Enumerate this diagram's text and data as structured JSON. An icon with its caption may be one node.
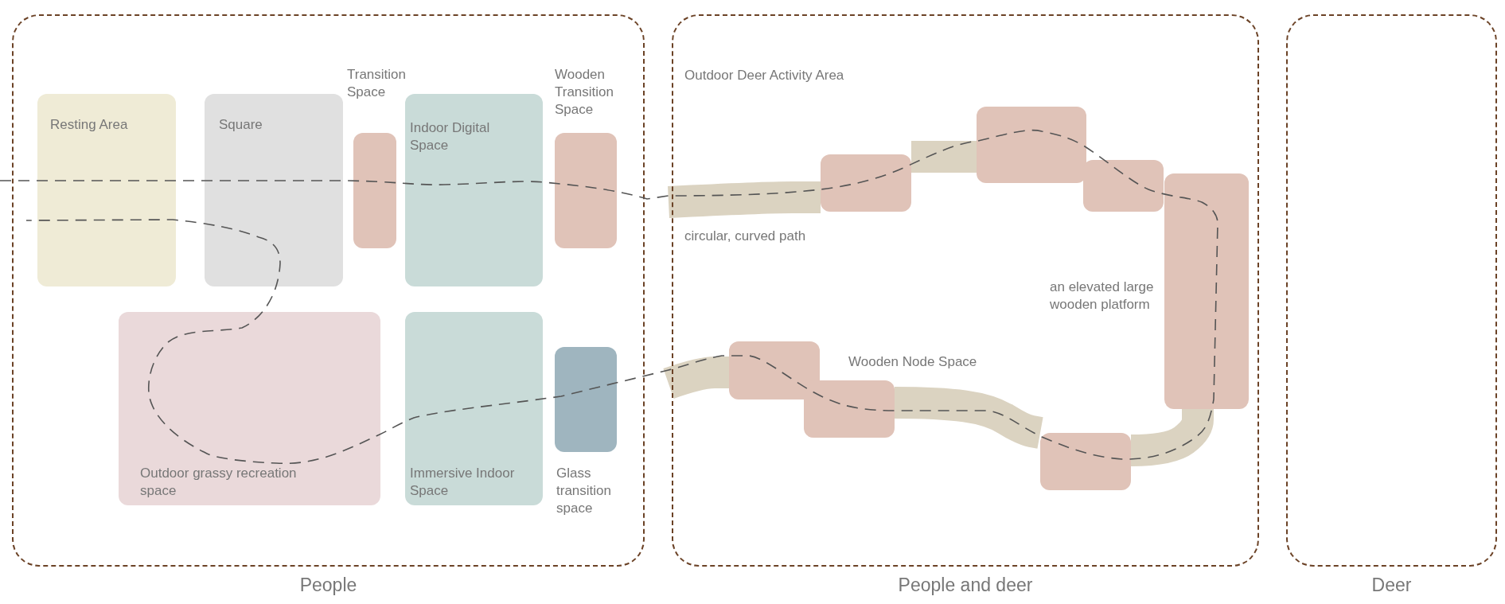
{
  "diagram": {
    "nodes": [
      {
        "text": [
          "People"
        ]
      },
      {
        "text": [
          "Resting Area"
        ],
        "in": 0
      },
      {
        "text": [
          "Square"
        ],
        "in": 0
      },
      {
        "text": [
          "Transition Space"
        ],
        "in": 0
      },
      {
        "text": [
          "Indoor Digital Space"
        ],
        "in": 0
      },
      {
        "text": [
          "Wooden Transition Space"
        ],
        "in": 0
      },
      {
        "text": [
          "Outdoor grassy recreation space"
        ],
        "in": 0
      },
      {
        "text": [
          "Immersive Indoor Space"
        ],
        "in": 0
      },
      {
        "text": [
          "Glass transition space"
        ],
        "in": 0
      },
      {
        "text": [
          "People and deer"
        ]
      },
      {
        "text": [],
        "shape": "box",
        "in": 9
      },
      {
        "text": [],
        "shape": "box",
        "in": 9
      },
      {
        "text": [],
        "shape": "box",
        "in": 9
      },
      {
        "text": [],
        "shape": "box",
        "in": 9
      },
      {
        "text": [],
        "shape": "box",
        "in": 9
      },
      {
        "text": [],
        "shape": "box",
        "in": 9
      },
      {
        "text": [],
        "shape": "box",
        "in": 9
      },
      {
        "text": [
          "Deer"
        ]
      }
    ],
    "edges": [
      {
        "from": null,
        "to": 12,
        "arrow": "none"
      },
      {
        "from": 12,
        "to": 13,
        "arrow": "none"
      },
      {
        "from": null,
        "to": 10,
        "arrow": "none"
      },
      {
        "from": 11,
        "to": 14,
        "arrow": "none"
      },
      {
        "from": 14,
        "to": 16,
        "arrow": "none"
      }
    ],
    "labels": [
      "Outdoor Deer Activity Area",
      "circular, curved path",
      "an elevated large wooden platform",
      "Wooden Node Space"
    ]
  }
}
